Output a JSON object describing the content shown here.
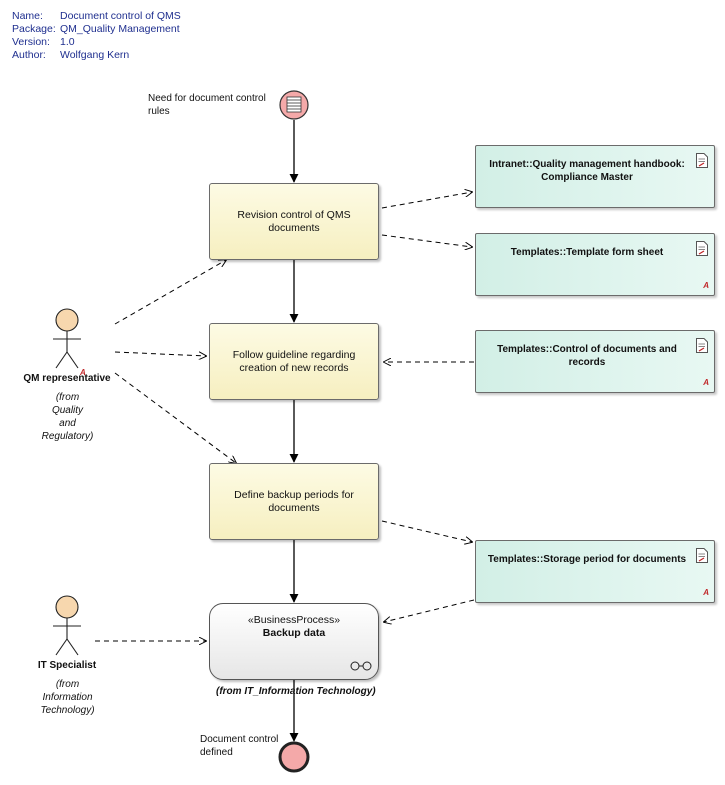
{
  "metadata": [
    {
      "key": "Name:",
      "value": "Document control of QMS"
    },
    {
      "key": "Package:",
      "value": "QM_Quality Management"
    },
    {
      "key": "Version:",
      "value": "1.0"
    },
    {
      "key": "Author:",
      "value": "Wolfgang Kern"
    }
  ],
  "start_event": {
    "label": "Need for document control rules"
  },
  "end_event": {
    "label": "Document control defined"
  },
  "tasks": [
    {
      "label": "Revision control of QMS documents"
    },
    {
      "label": "Follow guideline regarding creation of new records"
    },
    {
      "label": "Define backup periods for documents"
    }
  ],
  "business_process": {
    "stereotype": "«BusinessProcess»",
    "name": "Backup data",
    "from": "(from IT_Information Technology)"
  },
  "artifacts": [
    {
      "label": "Intranet::Quality management handbook: Compliance Master"
    },
    {
      "label": "Templates::Template form sheet"
    },
    {
      "label": "Templates::Control of documents and records"
    },
    {
      "label": "Templates::Storage period for documents"
    }
  ],
  "actors": [
    {
      "name": "QM representative",
      "from": [
        "(from",
        "Quality",
        "and",
        "Regulatory)"
      ]
    },
    {
      "name": "IT Specialist",
      "from": [
        "(from",
        "Information",
        "Technology)"
      ]
    }
  ],
  "colors": {
    "task_fill": "#f6efc0",
    "artifact_fill": "#d9f2ea",
    "event_fill": "#f4a9a9",
    "actor_fill": "#f7d7ae",
    "metadata_text": "#1f2f8f"
  }
}
